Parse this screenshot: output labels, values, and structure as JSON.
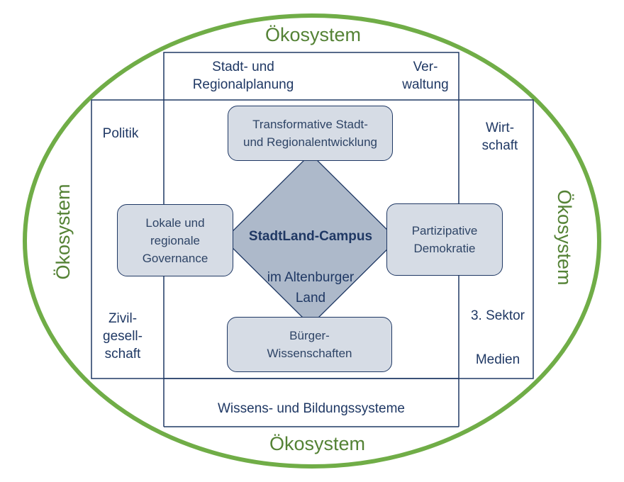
{
  "diagram": {
    "title_center": {
      "line1": "StadtLand-Campus",
      "line2": "im Altenburger\nLand"
    },
    "ecosystem_label": "Ökosystem",
    "fields": {
      "top_left": "Stadt- und\nRegionalplanung",
      "top_right": "Ver-\nwaltung",
      "left_top": "Politik",
      "left_bottom": "Zivil-\ngesell-\nschaft",
      "right_top": "Wirt-\nschaft",
      "right_bottom_1": "3. Sektor",
      "right_bottom_2": "Medien",
      "bottom": "Wissens- und Bildungssysteme"
    },
    "pillars": {
      "top": "Transformative Stadt-\nund Regionalentwicklung",
      "left": "Lokale und\nregionale\nGovernance",
      "right": "Partizipative\nDemokratie",
      "bottom": "Bürger-\nWissenschaften"
    },
    "colors": {
      "ecosystem_green": "#70ad47",
      "ecosystem_text": "#548235",
      "line_navy": "#1f3864",
      "pillar_fill": "#d6dce5",
      "diamond_fill": "#adb9ca"
    }
  }
}
